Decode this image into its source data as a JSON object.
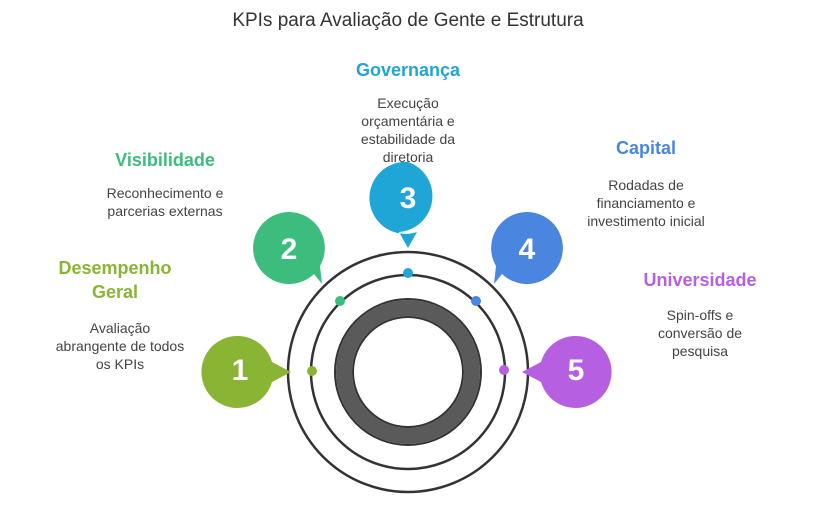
{
  "title": "KPIs para Avaliação de Gente e Estrutura",
  "center_color": "#5a5a5a",
  "ring_color": "#333333",
  "items": [
    {
      "number": "1",
      "heading": "Desempenho\nGeral",
      "description": "Avaliação\nabrangente de todos\nos KPIs",
      "color": "#8ab534"
    },
    {
      "number": "2",
      "heading": "Visibilidade",
      "description": "Reconhecimento e\nparcerias externas",
      "color": "#3dbd7d"
    },
    {
      "number": "3",
      "heading": "Governança",
      "description": "Execução\norçamentária e\nestabilidade da\ndiretoria",
      "color": "#1fa6d6"
    },
    {
      "number": "4",
      "heading": "Capital",
      "description": "Rodadas de\nfinanciamento e\ninvestimento inicial",
      "color": "#4a86e0"
    },
    {
      "number": "5",
      "heading": "Universidade",
      "description": "Spin-offs e\nconversão de\npesquisa",
      "color": "#b65fe0"
    }
  ]
}
